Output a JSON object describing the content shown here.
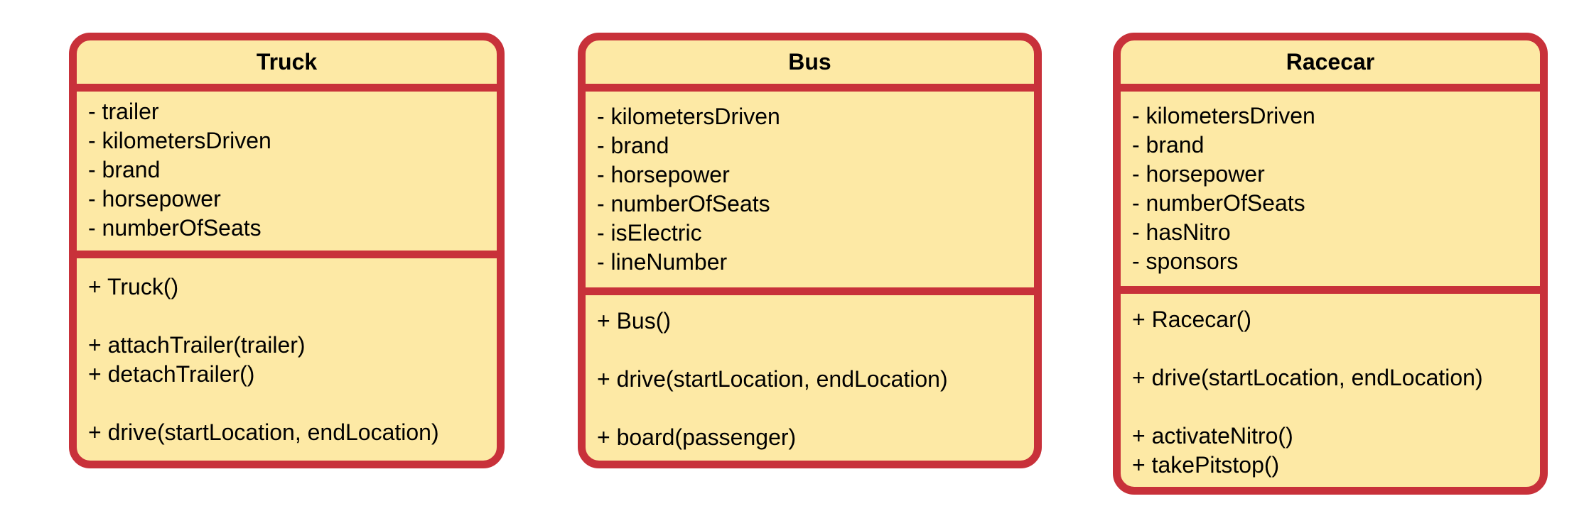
{
  "classes": [
    {
      "name": "Truck",
      "attributes": [
        "- trailer",
        "- kilometersDriven",
        "- brand",
        "- horsepower",
        "- numberOfSeats"
      ],
      "methods": [
        "+ Truck()",
        "",
        "+ attachTrailer(trailer)",
        "+ detachTrailer()",
        "",
        "+ drive(startLocation, endLocation)"
      ]
    },
    {
      "name": "Bus",
      "attributes": [
        "- kilometersDriven",
        "- brand",
        "- horsepower",
        "- numberOfSeats",
        "- isElectric",
        "- lineNumber"
      ],
      "methods": [
        "+ Bus()",
        "",
        "+ drive(startLocation, endLocation)",
        "",
        "+ board(passenger)"
      ]
    },
    {
      "name": "Racecar",
      "attributes": [
        "- kilometersDriven",
        "- brand",
        "- horsepower",
        "- numberOfSeats",
        "- hasNitro",
        "- sponsors"
      ],
      "methods": [
        "+ Racecar()",
        "",
        "+ drive(startLocation, endLocation)",
        "",
        "+ activateNitro()",
        "+ takePitstop()"
      ]
    }
  ],
  "colors": {
    "border": "#c8313a",
    "fill": "#fde9a5",
    "text": "#000000"
  }
}
